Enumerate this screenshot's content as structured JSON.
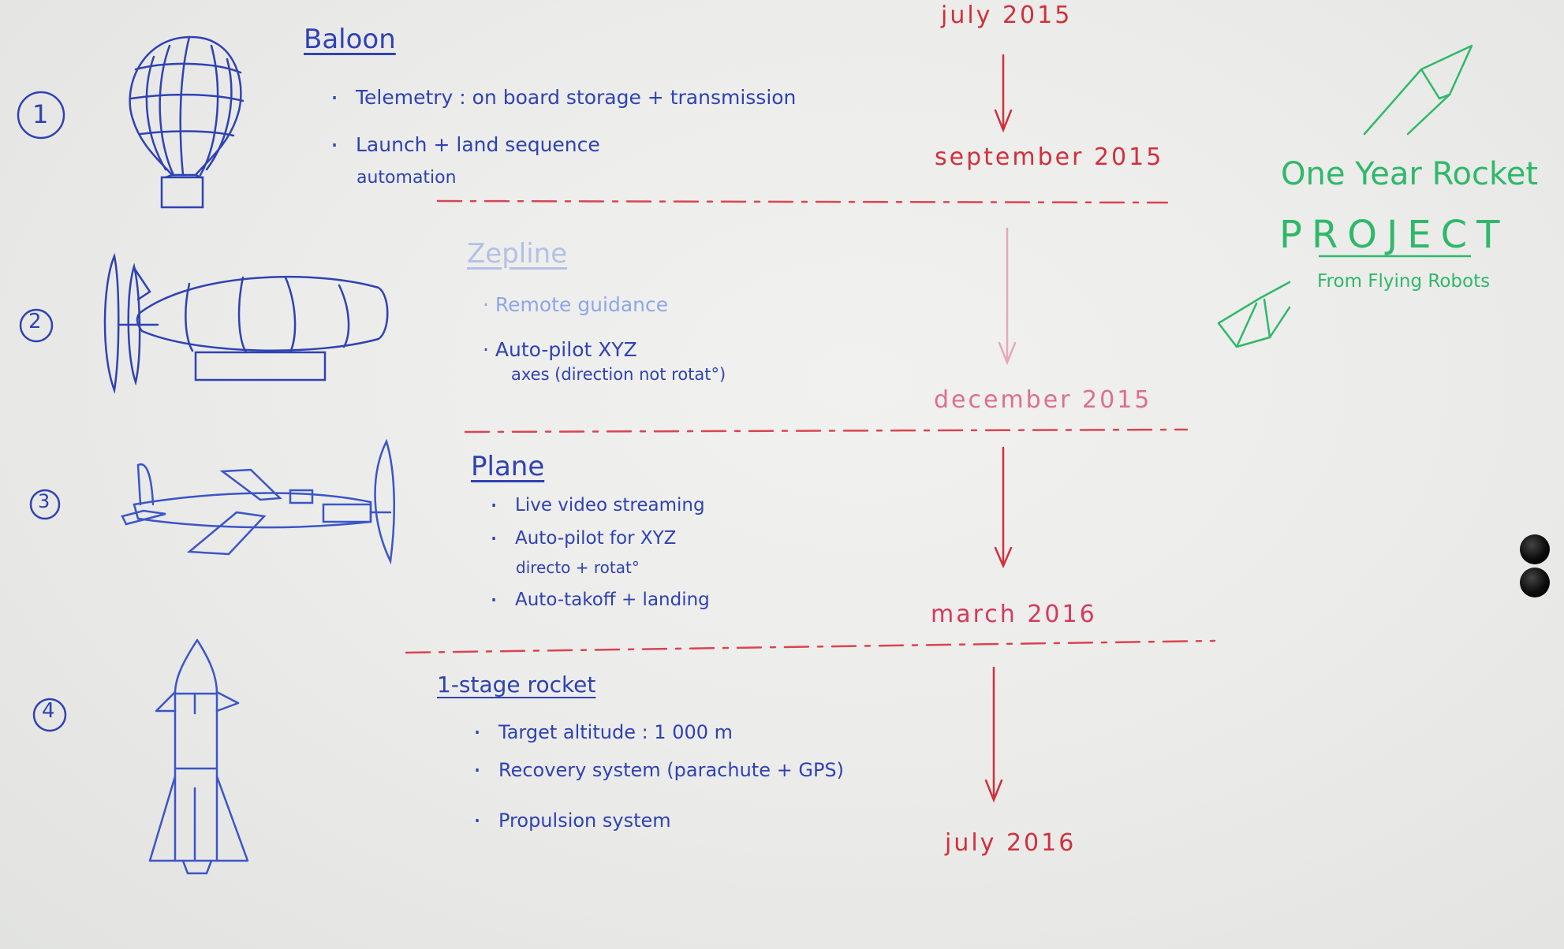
{
  "project": {
    "title_line1": "One Year Rocket",
    "title_line2": "PROJECT",
    "subtitle": "From Flying Robots"
  },
  "stages": [
    {
      "number": "1",
      "title": "Baloon",
      "bullets": [
        "Telemetry : on board storage + transmission",
        "Launch + land sequence",
        "automation"
      ]
    },
    {
      "number": "2",
      "title": "Zepline",
      "bullets": [
        "Remote guidance",
        "Auto-pilot XYZ",
        "axes (direction not rotat°)"
      ]
    },
    {
      "number": "3",
      "title": "Plane",
      "bullets": [
        "Live video streaming",
        "Auto-pilot for XYZ",
        "directo + rotat°",
        "Auto-takoff + landing"
      ]
    },
    {
      "number": "4",
      "title": "1-stage rocket",
      "bullets": [
        "Target altitude : 1 000 m",
        "Recovery system (parachute + GPS)",
        "Propulsion system"
      ]
    }
  ],
  "timeline": [
    "july 2015",
    "september 2015",
    "december 2015",
    "march 2016",
    "july 2016"
  ],
  "colors": {
    "stage_ink": "#2f42b3",
    "timeline_ink": "#d0303c",
    "project_ink": "#2fb86a",
    "board": "#ececea"
  },
  "icons": [
    "hot-air-balloon-icon",
    "zeppelin-icon",
    "propeller-plane-icon",
    "rocket-icon",
    "rocket-ascending-icon",
    "rocket-descending-icon"
  ]
}
